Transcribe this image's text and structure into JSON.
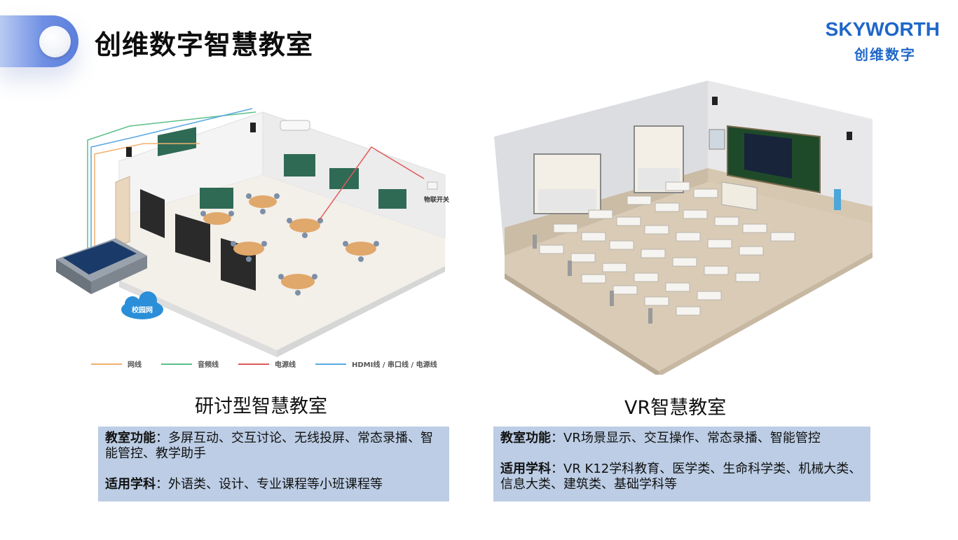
{
  "header": {
    "title": "创维数字智慧教室"
  },
  "logo": {
    "brand": "SKYWORTH",
    "sub": "创维数字"
  },
  "left": {
    "title": "研讨型智慧教室",
    "function_label": "教室功能",
    "function_text": "：多屏互动、交互讨论、无线投屏、常态录播、智能管控、教学助手",
    "subject_label": "适用学科",
    "subject_text": "：外语类、设计、专业课程等小班课程等",
    "cloud_label": "校园网",
    "switch_label": "物联开关",
    "legend": [
      {
        "label": "网线",
        "color": "#f2b070"
      },
      {
        "label": "音频线",
        "color": "#5cbf8a"
      },
      {
        "label": "电源线",
        "color": "#e05a5a"
      },
      {
        "label": "HDMI线 / 串口线 / 电源线",
        "color": "#5aa9e0"
      }
    ]
  },
  "right": {
    "title": "VR智慧教室",
    "function_label": "教室功能",
    "function_text": "：VR场景显示、交互操作、常态录播、智能管控",
    "subject_label": "适用学科",
    "subject_text": "：VR K12学科教育、医学类、生命科学类、机械大类、信息大类、建筑类、基础学科等"
  },
  "colors": {
    "accent": "#1f67c9",
    "box": "#bccde5",
    "tab": "#6f8fe3"
  }
}
